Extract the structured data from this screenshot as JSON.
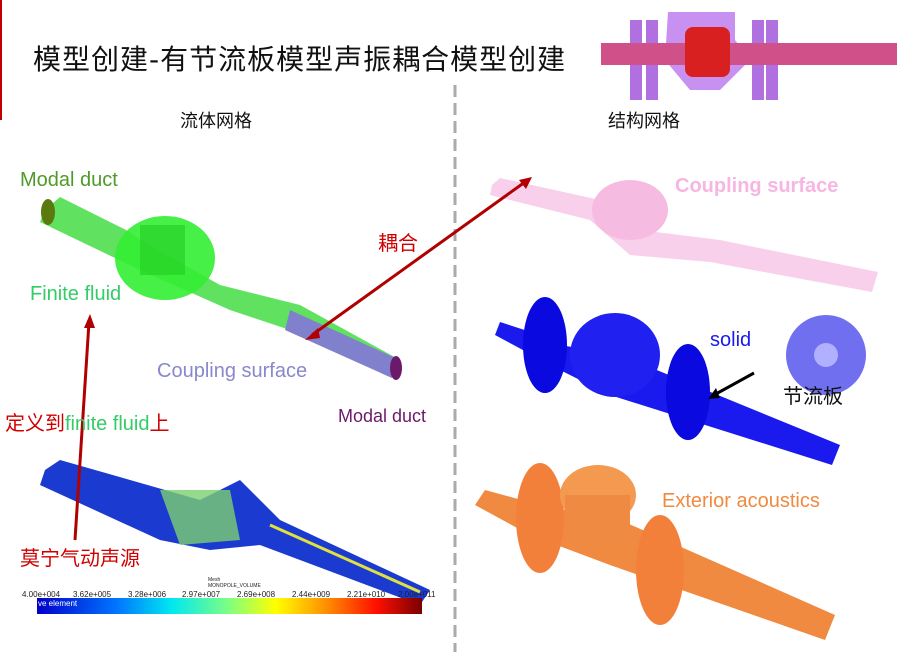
{
  "title": "模型创建-有节流板模型声振耦合模型创建",
  "left_panel": {
    "header": "流体网格",
    "labels": {
      "modal_duct_inlet": "Modal duct",
      "finite_fluid": "Finite fluid",
      "coupling_surface": "Coupling surface",
      "modal_duct_outlet": "Modal duct",
      "define_prefix": "定义到",
      "define_mid": "finite fluid",
      "define_suffix": "上",
      "source": "莫宁气动声源"
    },
    "colorbar": {
      "title_line1": "Mesh",
      "title_line2": "MONOPOLE_VOLUME",
      "legend_text": "ve element",
      "ticks": [
        "4.00e+004",
        "3.62e+005",
        "3.28e+006",
        "2.97e+007",
        "2.69e+008",
        "2.44e+009",
        "2.21e+010",
        "2.00e+011"
      ]
    }
  },
  "center": {
    "coupling_label": "耦合"
  },
  "right_panel": {
    "header": "结构网格",
    "labels": {
      "coupling_surface": "Coupling surface",
      "solid": "solid",
      "orifice_plate": "节流板",
      "exterior_acoustics": "Exterior acoustics"
    }
  },
  "colors": {
    "red": "#d00000",
    "green_dark": "#4e9a2a",
    "green_light": "#33cc66",
    "coupling_blue": "#8888cc",
    "purple": "#6b1a6b",
    "pink": "#f6b6e2",
    "solid_blue": "#1a1aee",
    "orange": "#f08a40"
  }
}
